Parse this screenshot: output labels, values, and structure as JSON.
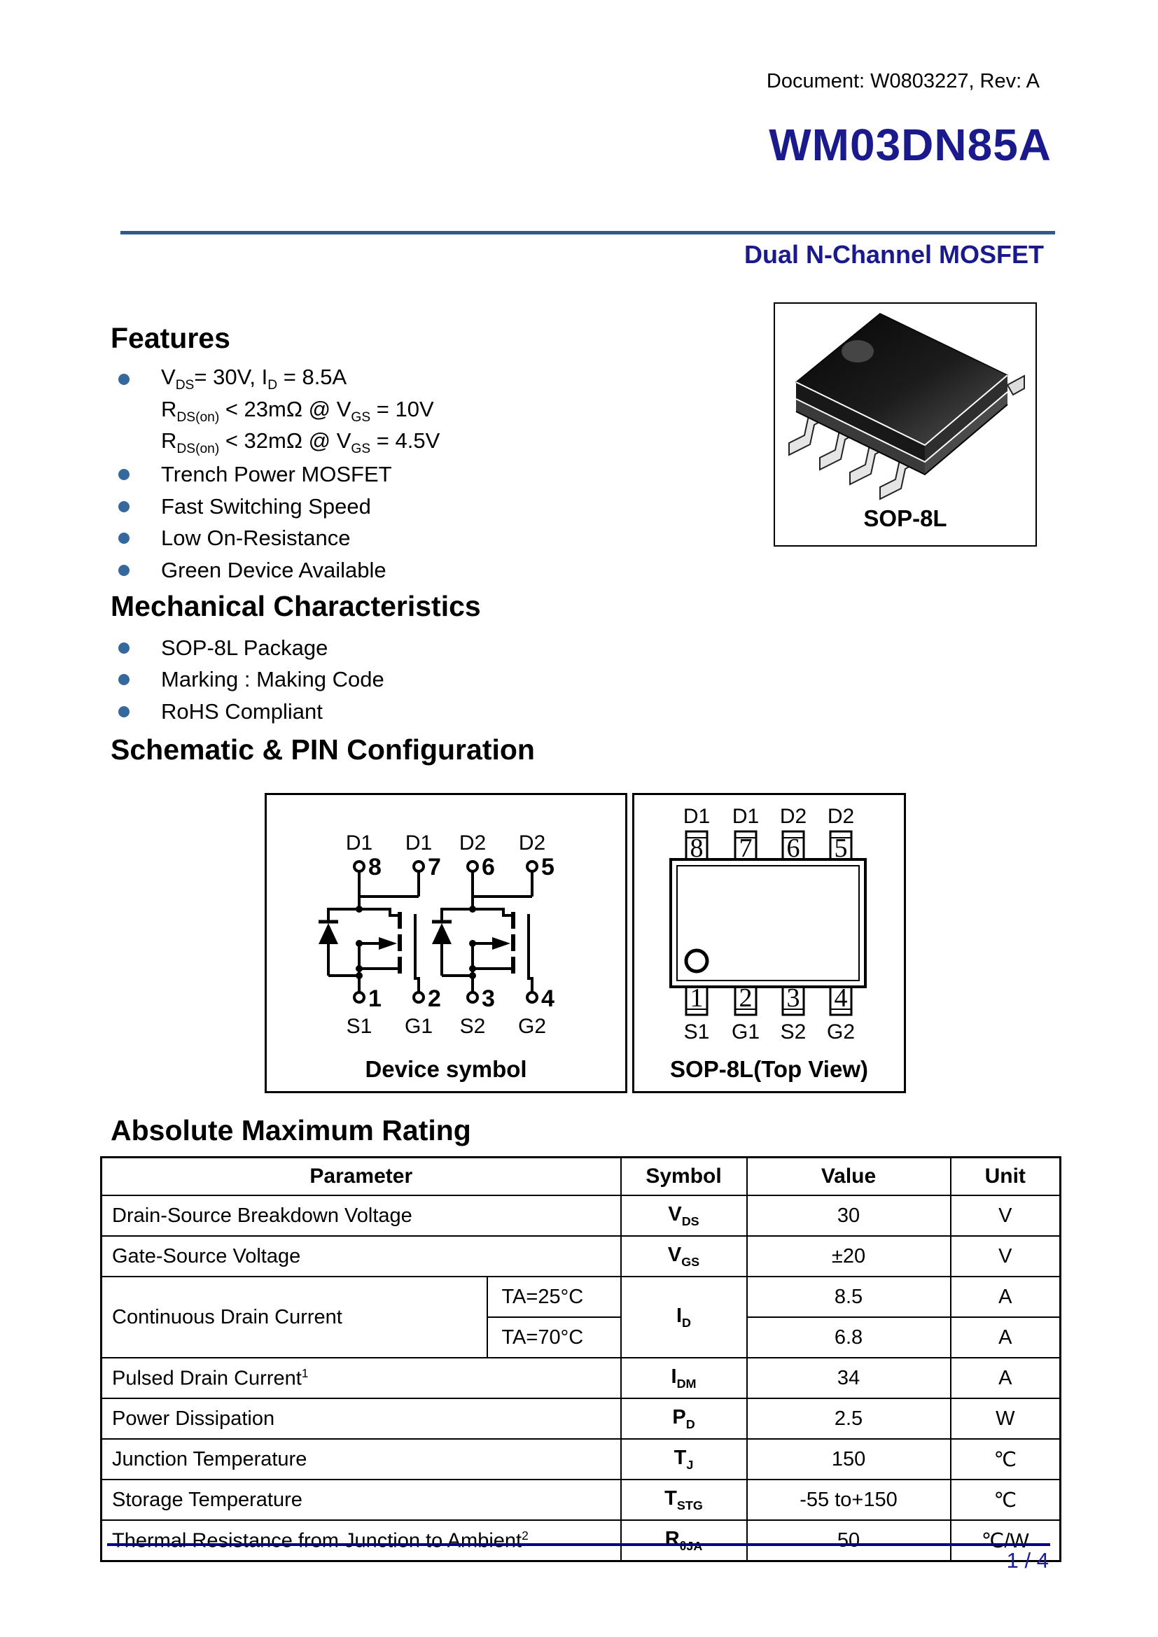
{
  "colors": {
    "accent_navy": "#1a1a8c",
    "rule_blue": "#2d5a8b",
    "footer_navy": "#00008b",
    "bullet_blue": "#35699e"
  },
  "header": {
    "doc_ref": "Document: W0803227, Rev: A",
    "part_number": "WM03DN85A",
    "subtitle": "Dual N-Channel MOSFET"
  },
  "package_figure": {
    "caption": "SOP-8L"
  },
  "features": {
    "title": "Features",
    "items": [
      {
        "bullet": true,
        "rich": [
          [
            "n",
            "V"
          ],
          [
            "b",
            "DS"
          ],
          [
            "n",
            "= 30V, I"
          ],
          [
            "b",
            "D"
          ],
          [
            "n",
            " = 8.5A"
          ]
        ]
      },
      {
        "bullet": false,
        "rich": [
          [
            "n",
            "R"
          ],
          [
            "b",
            "DS(on)"
          ],
          [
            "n",
            " < 23mΩ @ V"
          ],
          [
            "b",
            "GS"
          ],
          [
            "n",
            " = 10V"
          ]
        ]
      },
      {
        "bullet": false,
        "rich": [
          [
            "n",
            "R"
          ],
          [
            "b",
            "DS(on)"
          ],
          [
            "n",
            " < 32mΩ @ V"
          ],
          [
            "b",
            "GS"
          ],
          [
            "n",
            " = 4.5V"
          ]
        ]
      },
      {
        "bullet": true,
        "rich": [
          [
            "n",
            "Trench Power MOSFET"
          ]
        ]
      },
      {
        "bullet": true,
        "rich": [
          [
            "n",
            "Fast Switching Speed"
          ]
        ]
      },
      {
        "bullet": true,
        "rich": [
          [
            "n",
            "Low On-Resistance"
          ]
        ]
      },
      {
        "bullet": true,
        "rich": [
          [
            "n",
            "Green Device Available"
          ]
        ]
      }
    ]
  },
  "mechanical": {
    "title": "Mechanical Characteristics",
    "items": [
      {
        "bullet": true,
        "rich": [
          [
            "n",
            "SOP-8L Package"
          ]
        ]
      },
      {
        "bullet": true,
        "rich": [
          [
            "n",
            "Marking : Making Code"
          ]
        ]
      },
      {
        "bullet": true,
        "rich": [
          [
            "n",
            "RoHS Compliant"
          ]
        ]
      }
    ]
  },
  "schematic": {
    "title": "Schematic & PIN Configuration",
    "left_caption": "Device symbol",
    "right_caption": "SOP-8L(Top View)",
    "pins": {
      "top": [
        {
          "num": "8",
          "name": "D1"
        },
        {
          "num": "7",
          "name": "D1"
        },
        {
          "num": "6",
          "name": "D2"
        },
        {
          "num": "5",
          "name": "D2"
        }
      ],
      "bottom": [
        {
          "num": "1",
          "name": "S1"
        },
        {
          "num": "2",
          "name": "G1"
        },
        {
          "num": "3",
          "name": "S2"
        },
        {
          "num": "4",
          "name": "G2"
        }
      ]
    }
  },
  "ratings": {
    "title": "Absolute Maximum Rating",
    "headers": [
      "Parameter",
      "Symbol",
      "Value",
      "Unit"
    ],
    "rows": [
      {
        "param": [
          [
            "n",
            "Drain-Source Breakdown Voltage"
          ]
        ],
        "symbol": [
          [
            "n",
            "V"
          ],
          [
            "b",
            "DS"
          ]
        ],
        "value": "30",
        "unit": "V"
      },
      {
        "param": [
          [
            "n",
            "Gate-Source Voltage"
          ]
        ],
        "symbol": [
          [
            "n",
            "V"
          ],
          [
            "b",
            "GS"
          ]
        ],
        "value": "±20",
        "unit": "V"
      },
      {
        "param": [
          [
            "n",
            "Continuous Drain Current"
          ]
        ],
        "symbol": [
          [
            "n",
            "I"
          ],
          [
            "b",
            "D"
          ]
        ],
        "sub": [
          {
            "cond": "TA=25°C",
            "value": "8.5",
            "unit": "A"
          },
          {
            "cond": "TA=70°C",
            "value": "6.8",
            "unit": "A"
          }
        ]
      },
      {
        "param": [
          [
            "n",
            "Pulsed Drain Current"
          ],
          [
            "p",
            "1"
          ]
        ],
        "symbol": [
          [
            "n",
            "I"
          ],
          [
            "b",
            "DM"
          ]
        ],
        "value": "34",
        "unit": "A"
      },
      {
        "param": [
          [
            "n",
            "Power Dissipation"
          ]
        ],
        "symbol": [
          [
            "n",
            "P"
          ],
          [
            "b",
            "D"
          ]
        ],
        "value": "2.5",
        "unit": "W"
      },
      {
        "param": [
          [
            "n",
            "Junction Temperature"
          ]
        ],
        "symbol": [
          [
            "n",
            "T"
          ],
          [
            "b",
            "J"
          ]
        ],
        "value": "150",
        "unit": "℃"
      },
      {
        "param": [
          [
            "n",
            "Storage Temperature"
          ]
        ],
        "symbol": [
          [
            "n",
            "T"
          ],
          [
            "b",
            "STG"
          ]
        ],
        "value": "-55 to+150",
        "unit": "℃"
      },
      {
        "param": [
          [
            "n",
            "Thermal Resistance from Junction to Ambient"
          ],
          [
            "p",
            "2"
          ]
        ],
        "symbol": [
          [
            "n",
            "R"
          ],
          [
            "b",
            "θJA"
          ]
        ],
        "value": "50",
        "unit": "℃/W"
      }
    ]
  },
  "footer": {
    "page_number": "1 / 4"
  }
}
